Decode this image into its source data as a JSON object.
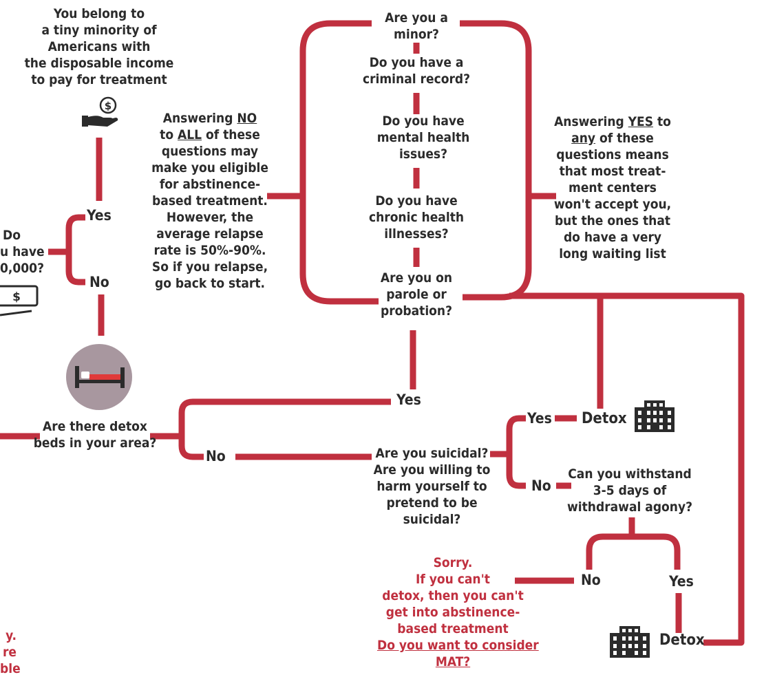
{
  "colors": {
    "line": "#c0303f",
    "text": "#2b2b2b",
    "accent_text": "#c0303f",
    "icon_circle": "#a8979f"
  },
  "top_left": {
    "income_text": [
      "You belong to",
      "a tiny minority of",
      "Americans with",
      "the disposable income",
      "to pay for treatment"
    ],
    "have_money": [
      "Do",
      "u have",
      "0,000?"
    ],
    "yes": "Yes",
    "no": "No"
  },
  "questions": {
    "minor": [
      "Are you a",
      "minor?"
    ],
    "criminal": [
      "Do you have a",
      "criminal record?"
    ],
    "mental": [
      "Do you have",
      "mental health",
      "issues?"
    ],
    "chronic": [
      "Do you have",
      "chronic health",
      "illnesses?"
    ],
    "parole": [
      "Are you on",
      "parole or",
      "probation?"
    ]
  },
  "answer_no": {
    "prefix1": "Answering ",
    "no_word": "NO",
    "prefix2": "to ",
    "all_word": "ALL",
    "suffix2": " of these",
    "rest": [
      "questions may",
      "make you eligible",
      "for abstinence-",
      "based treatment.",
      "However, the",
      "average relapse",
      "rate is 50%-90%.",
      "So if you relapse,",
      "go back to start."
    ]
  },
  "answer_yes": {
    "prefix1": "Answering ",
    "yes_word": "YES",
    "suffix1": " to",
    "any_word": "any",
    "suffix2": " of these",
    "rest": [
      "questions means",
      "that most treat-",
      "ment centers",
      "won't accept you,",
      "but the ones that",
      "do have a very",
      "long waiting list"
    ]
  },
  "detox_beds": {
    "question": [
      "Are there detox",
      "beds in your area?"
    ],
    "yes": "Yes",
    "no": "No"
  },
  "suicidal": {
    "question": [
      "Are you suicidal?",
      "Are you willing to",
      "harm yourself to",
      "pretend to be",
      "suicidal?"
    ],
    "yes": "Yes",
    "no": "No",
    "detox": "Detox"
  },
  "withdrawal": {
    "question": [
      "Can you withstand",
      "3-5 days of",
      "withdrawal agony?"
    ],
    "no": "No",
    "yes": "Yes",
    "detox": "Detox"
  },
  "sorry": {
    "lines": [
      "Sorry.",
      "If you can't",
      "detox, then you can't",
      "get into abstinence-",
      "based treatment"
    ],
    "mat_lines": [
      "Do you want to consider",
      "MAT?"
    ]
  },
  "bottom_left_fragment": [
    "y.",
    "re",
    "ble"
  ],
  "icons": [
    "money-hand-icon",
    "cash-icon",
    "bed-icon",
    "hospital-icon"
  ]
}
